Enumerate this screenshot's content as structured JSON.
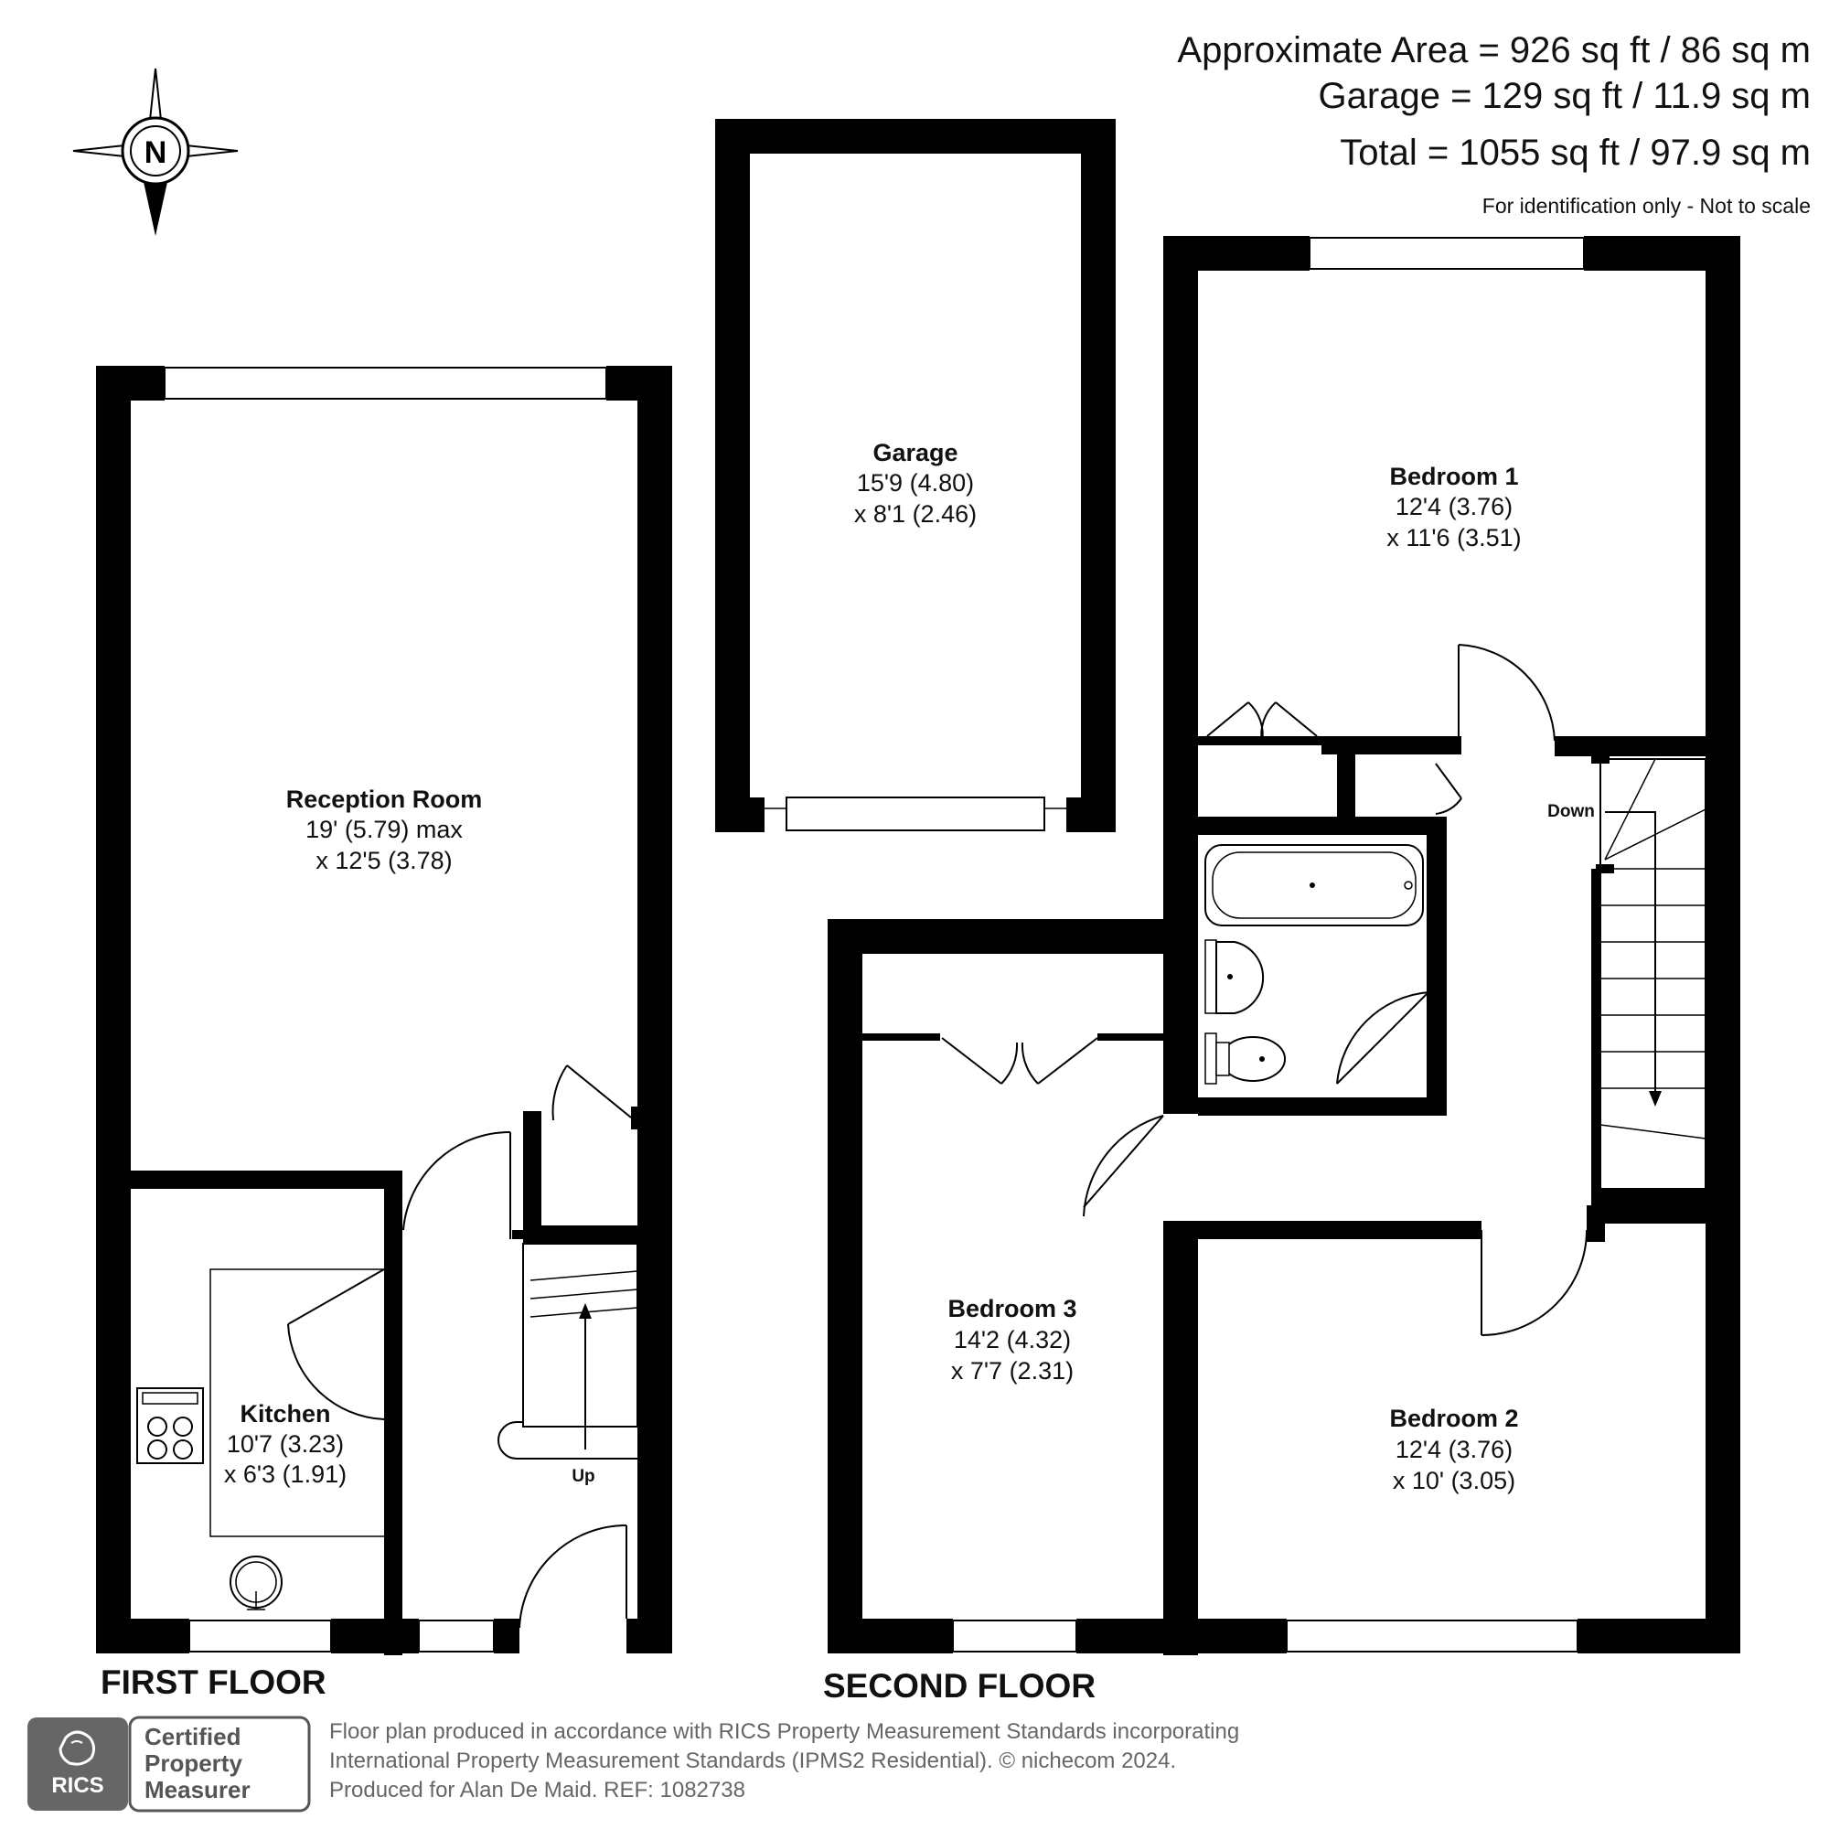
{
  "areas": {
    "approximate": "Approximate Area = 926 sq ft / 86 sq m",
    "garage": "Garage = 129 sq ft / 11.9 sq m",
    "total": "Total = 1055 sq ft / 97.9 sq m",
    "note": "For identification only - Not to scale"
  },
  "compass": {
    "label": "N"
  },
  "rooms": {
    "garage": {
      "name": "Garage",
      "dim1": "15'9 (4.80)",
      "dim2": "x 8'1 (2.46)"
    },
    "reception": {
      "name": "Reception Room",
      "dim1": "19' (5.79) max",
      "dim2": "x 12'5 (3.78)"
    },
    "kitchen": {
      "name": "Kitchen",
      "dim1": "10'7 (3.23)",
      "dim2": "x 6'3 (1.91)"
    },
    "bedroom1": {
      "name": "Bedroom 1",
      "dim1": "12'4 (3.76)",
      "dim2": "x 11'6 (3.51)"
    },
    "bedroom2": {
      "name": "Bedroom 2",
      "dim1": "12'4 (3.76)",
      "dim2": "x 10' (3.05)"
    },
    "bedroom3": {
      "name": "Bedroom 3",
      "dim1": "14'2 (4.32)",
      "dim2": "x 7'7 (2.31)"
    }
  },
  "stairs": {
    "up": "Up",
    "down": "Down"
  },
  "floors": {
    "first": "FIRST FLOOR",
    "second": "SECOND FLOOR"
  },
  "footer": {
    "line1": "Floor plan produced in accordance with RICS Property Measurement Standards incorporating",
    "line2": "International Property Measurement Standards (IPMS2 Residential).   © nichecom 2024.",
    "line3": "Produced for Alan De Maid.   REF: 1082738"
  },
  "badge": {
    "rics": "RICS",
    "cert1": "Certified",
    "cert2": "Property",
    "cert3": "Measurer"
  }
}
